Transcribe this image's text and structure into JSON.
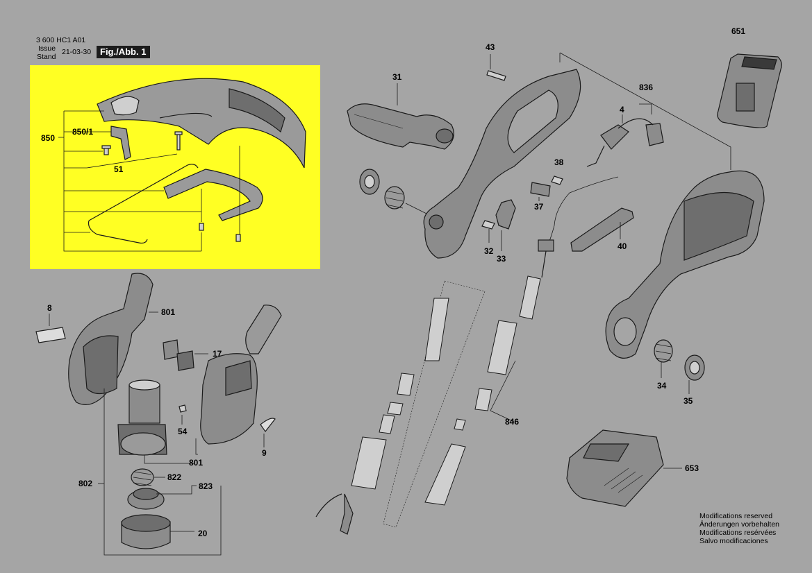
{
  "header": {
    "doc_number": "3 600 HC1 A01",
    "issue_label": "Issue",
    "stand_label": "Stand",
    "issue_date": "21-03-30",
    "figure_tag": "Fig./Abb. 1"
  },
  "parts": {
    "p850": "850",
    "p850_1": "850/1",
    "p51": "51",
    "p31": "31",
    "p43": "43",
    "p836": "836",
    "p651": "651",
    "p4": "4",
    "p38": "38",
    "p37": "37",
    "p32": "32",
    "p33": "33",
    "p40": "40",
    "p8": "8",
    "p801a": "801",
    "p801b": "801",
    "p17": "17",
    "p54": "54",
    "p9": "9",
    "p802": "802",
    "p822": "822",
    "p823": "823",
    "p20": "20",
    "p846": "846",
    "p34": "34",
    "p35": "35",
    "p653": "653"
  },
  "notice": {
    "line1": "Modifications reserved",
    "line2": "Änderungen vorbehalten",
    "line3": "Modifications resérvées",
    "line4": "Salvo modificaciones"
  },
  "colors": {
    "background": "#a5a5a5",
    "highlight": "#ffff23",
    "part_fill": "#8c8c8c",
    "part_stroke": "#1a1a1a"
  }
}
